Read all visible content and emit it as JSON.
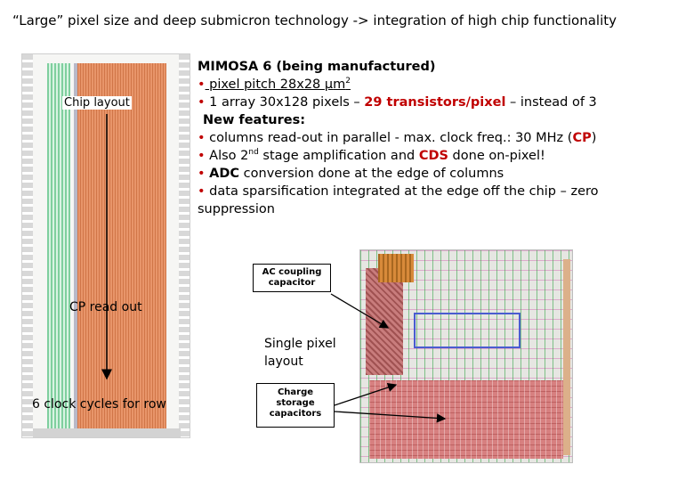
{
  "title": "“Large” pixel size and deep submicron technology -> integration of high chip functionality",
  "chip": {
    "label": "Chip layout",
    "cp_readout": "CP read out",
    "clock": "6 clock cycles for row"
  },
  "mimosa": {
    "heading": "MIMOSA 6 (being manufactured)",
    "bullet_glyph": "•",
    "pitch_pre": " pixel pitch 28x28 ",
    "pitch_unit": "m",
    "pitch_mu": "μ",
    "pitch_sup": "2",
    "array_pre": " 1 array 30x128 pixels – ",
    "array_red": "29 transistors/pixel",
    "array_post": " – instead of 3",
    "features_heading": "New features:",
    "f1_pre": " columns read-out in parallel - max. clock freq.: 30 MHz  (",
    "f1_red": "CP",
    "f1_post": ")",
    "f2_pre": " Also 2",
    "f2_sup": "nd",
    "f2_mid": " stage amplification and ",
    "f2_red": "CDS",
    "f2_post": " done on-pixel!",
    "f3_bold": "ADC",
    "f3_post": " conversion done at the edge of columns",
    "f4_line1": " data sparsification integrated at the edge off the chip – zero",
    "f4_line2": "suppression"
  },
  "pixel": {
    "ac_coupling": "AC coupling capacitor",
    "single_pixel_l1": "Single pixel",
    "single_pixel_l2": "layout",
    "charge_storage": "Charge storage capacitors"
  },
  "colors": {
    "accent_red": "#c00000",
    "array_orange": "#e8956a",
    "cap_red": "#d78080"
  }
}
